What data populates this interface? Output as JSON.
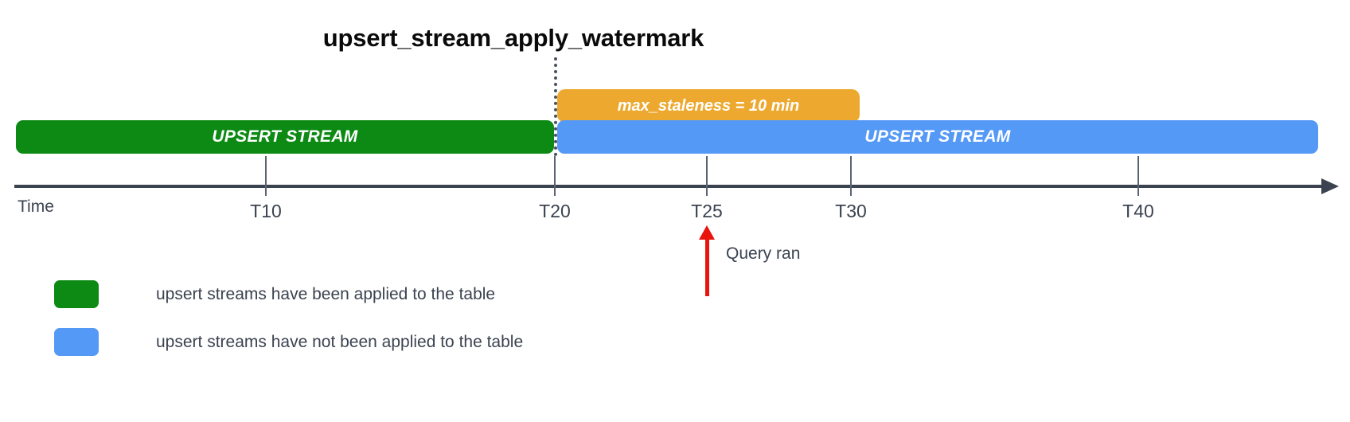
{
  "chart_data": {
    "type": "timeline",
    "title": "upsert_stream_apply_watermark",
    "axis_label": "Time",
    "tick_labels": [
      "T10",
      "T20",
      "T25",
      "T30",
      "T40"
    ],
    "tick_values": [
      10,
      20,
      25,
      30,
      40
    ],
    "watermark_at": "T20",
    "segments": [
      {
        "name": "applied-segment",
        "label": "UPSERT STREAM",
        "start": "T0",
        "end": "T20",
        "color": "#0C8A14",
        "meaning": "upsert streams have been applied to the table"
      },
      {
        "name": "not-applied-segment",
        "label": "UPSERT STREAM",
        "start": "T20",
        "end": "T45",
        "color": "#5599F7",
        "meaning": "upsert streams have not been applied to the table"
      }
    ],
    "staleness_band": {
      "label": "max_staleness = 10 min",
      "start": "T20",
      "end": "T30",
      "color": "#EDA92F"
    },
    "event_marker": {
      "label": "Query ran",
      "at": "T25",
      "color": "#e8140d"
    },
    "legend": [
      {
        "color": "#0C8A14",
        "label": "upsert streams have been applied to the table"
      },
      {
        "color": "#5599F7",
        "label": "upsert streams have not been applied to the table"
      }
    ]
  },
  "colors": {
    "green": "#0C8A14",
    "blue": "#5599F7",
    "orange": "#EDA92F",
    "red": "#e8140d",
    "axis": "#3b4350"
  }
}
